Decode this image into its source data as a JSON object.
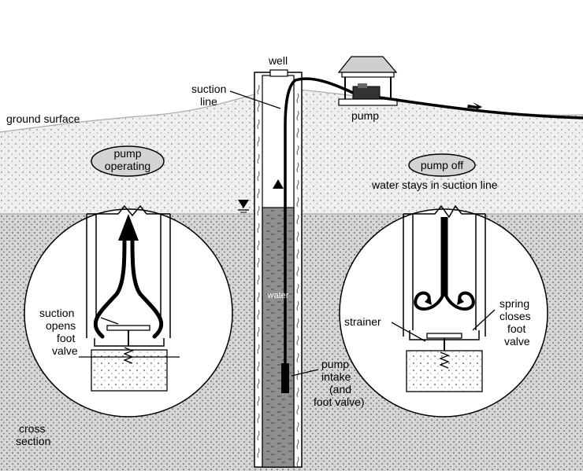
{
  "labels": {
    "well": "well",
    "suction_line_1": "suction",
    "suction_line_2": "line",
    "ground_surface": "ground surface",
    "pump": "pump",
    "pump_operating_1": "pump",
    "pump_operating_2": "operating",
    "pump_off": "pump off",
    "water_stays": "water stays in suction line",
    "water": "water",
    "suction_opens_1": "suction",
    "suction_opens_2": "opens",
    "suction_opens_3": "foot",
    "suction_opens_4": "valve",
    "strainer": "strainer",
    "spring_1": "spring",
    "spring_2": "closes",
    "spring_3": "foot",
    "spring_4": "valve",
    "intake_1": "pump",
    "intake_2": "intake",
    "intake_3": "(and",
    "intake_4": "foot valve)",
    "cross_1": "cross",
    "cross_2": "section"
  },
  "colors": {
    "soil": "#efefef",
    "aquifer": "#d6d6d6",
    "well_water": "#8f8f8f",
    "pill_fill": "#d4d4d4",
    "line": "#000000"
  }
}
